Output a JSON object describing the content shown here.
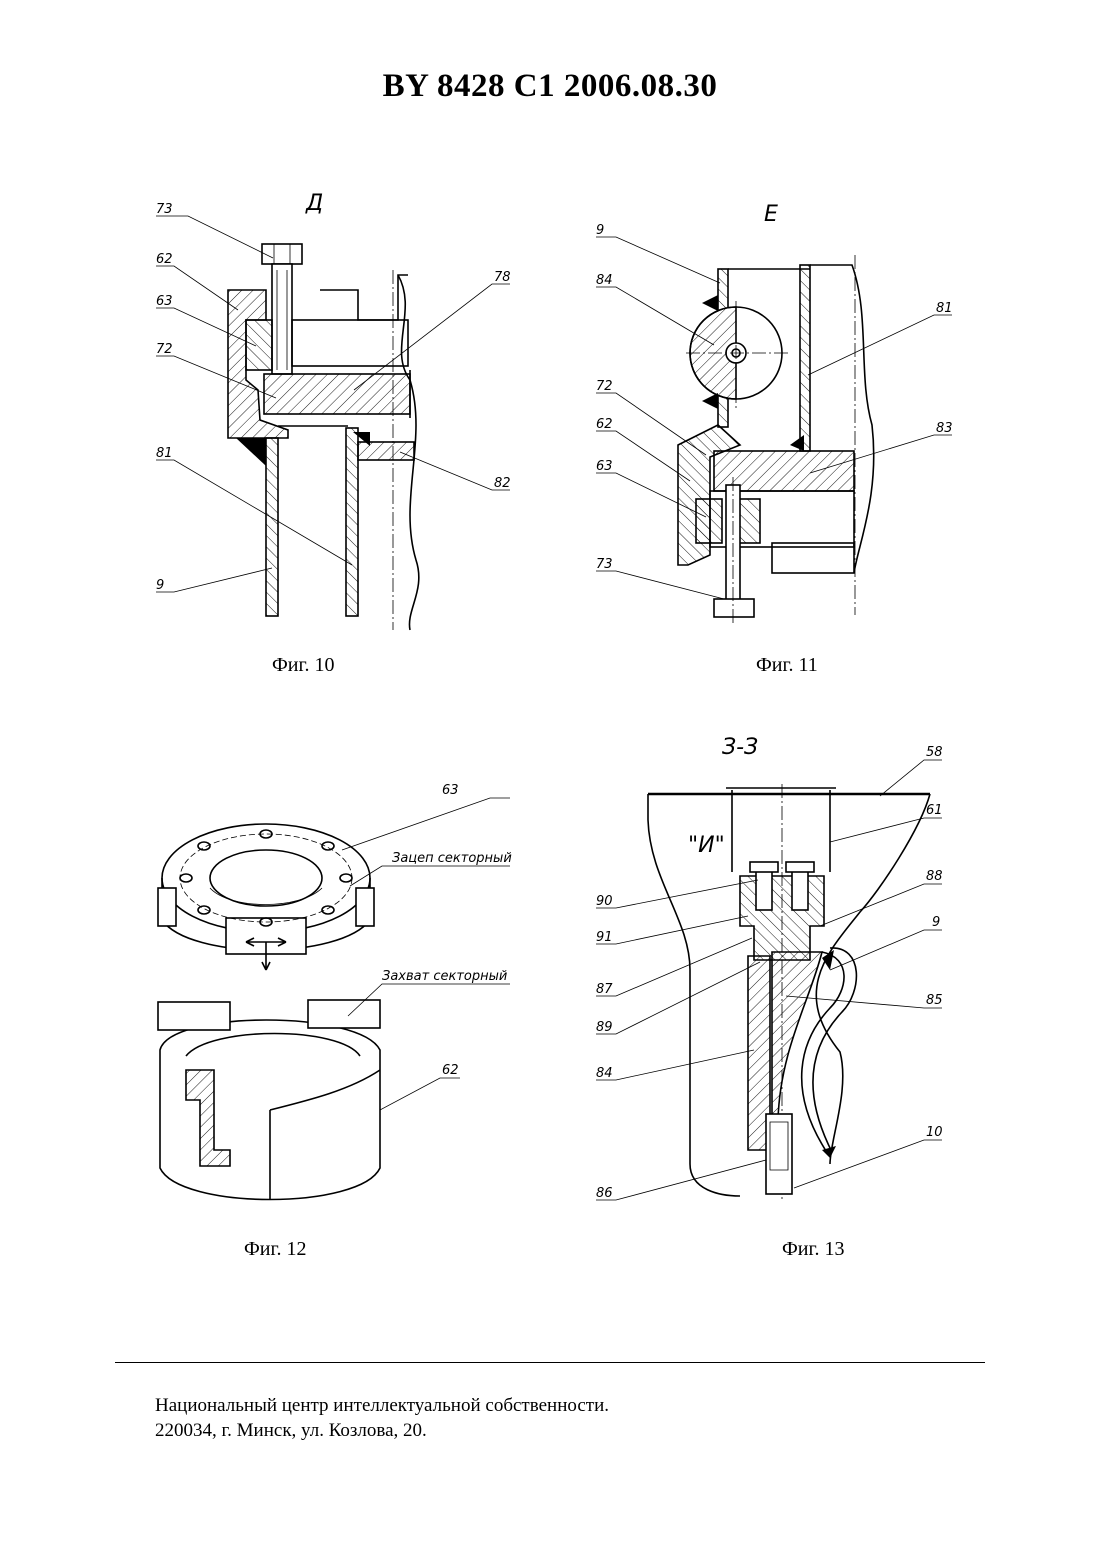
{
  "header": {
    "title": "BY  8428  C1  2006.08.30"
  },
  "figures": [
    {
      "caption": "Фиг. 10",
      "view_label": "Д",
      "labels": [
        "73",
        "62",
        "63",
        "72",
        "78",
        "81",
        "82",
        "9"
      ]
    },
    {
      "caption": "Фиг. 11",
      "view_label": "E",
      "labels": [
        "9",
        "84",
        "81",
        "72",
        "62",
        "63",
        "83",
        "73"
      ]
    },
    {
      "caption": "Фиг. 12",
      "labels": [
        "63",
        "Зацеп секторный",
        "Захват секторный",
        "62"
      ]
    },
    {
      "caption": "Фиг. 13",
      "view_label": "З-З",
      "inner_label": "\"И\"",
      "labels": [
        "58",
        "61",
        "88",
        "9",
        "85",
        "10",
        "90",
        "91",
        "87",
        "89",
        "84",
        "86"
      ]
    }
  ],
  "footer": {
    "line1": "Национальный центр интеллектуальной собственности.",
    "line2": "220034, г. Минск, ул. Козлова, 20."
  }
}
